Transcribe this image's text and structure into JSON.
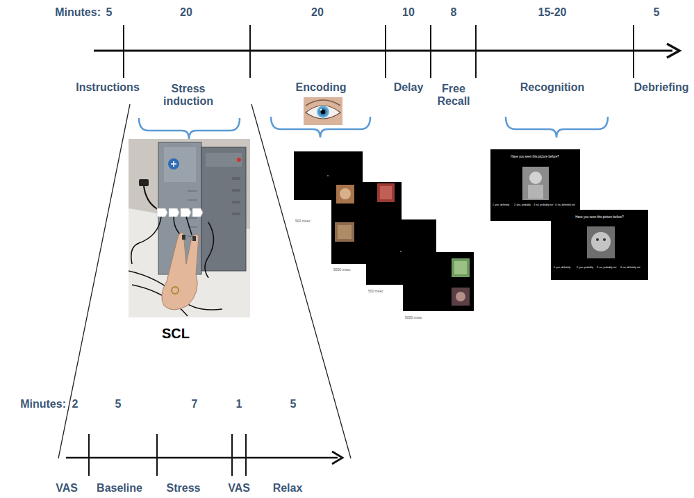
{
  "diagram": {
    "labels": [
      "Minutes:",
      "5",
      "20",
      "20",
      "10",
      "8",
      "15-20",
      "5",
      "Instructions",
      "Stress induction",
      "Encoding",
      "Delay",
      "Free Recall",
      "Recognition",
      "Debriefing",
      "SCL",
      "500 msec",
      "5000 msec",
      "500 msec",
      "5000 msec",
      "Have you seen this picture before?",
      "1: yes, definitely",
      "2: yes, probably",
      "3: no, probably not",
      "4: no, definitely not",
      "Have you seen this picture before?",
      "1: yes, definitely",
      "2: yes, probably",
      "3: no, probably not",
      "4: no, definitely not",
      "Minutes:",
      "2",
      "5",
      "7",
      "1",
      "5",
      "VAS",
      "Baseline",
      "Stress",
      "VAS",
      "Relax"
    ]
  }
}
